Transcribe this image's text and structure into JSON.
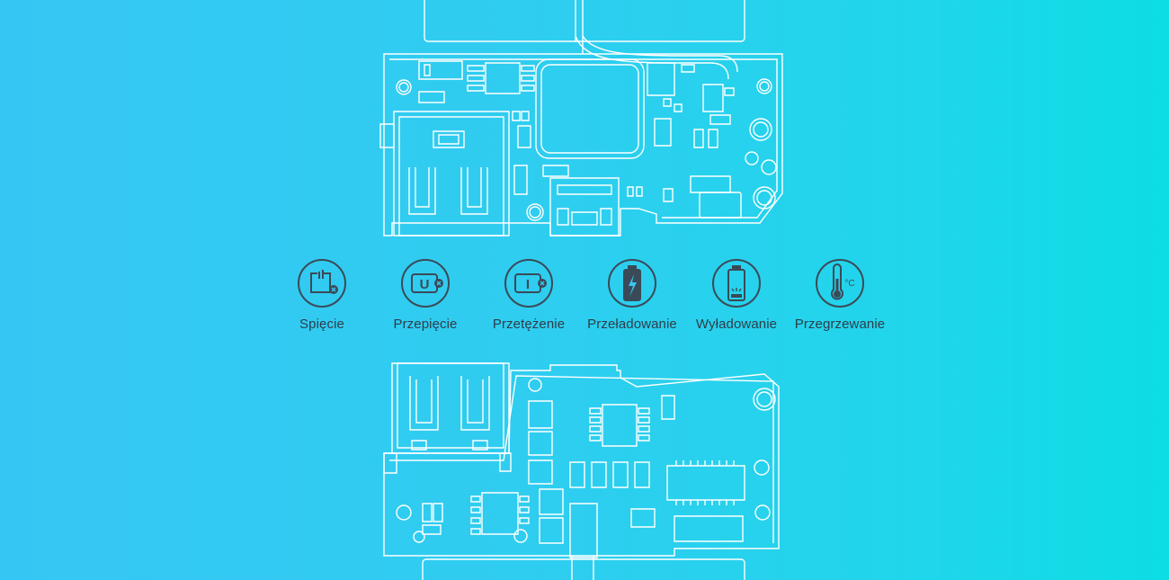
{
  "features": [
    {
      "label": "Spięcie",
      "icon": "short-circuit-icon"
    },
    {
      "label": "Przepięcie",
      "icon": "overvoltage-icon"
    },
    {
      "label": "Przetężenie",
      "icon": "overcurrent-icon"
    },
    {
      "label": "Przeładowanie",
      "icon": "overcharge-battery-icon"
    },
    {
      "label": "Wyładowanie",
      "icon": "discharge-battery-icon"
    },
    {
      "label": "Przegrzewanie",
      "icon": "thermometer-icon"
    }
  ],
  "colors": {
    "background_left": "#35c7f3",
    "background_right": "#0cdde4",
    "line_art": "#ffffff",
    "icon_stroke": "#3b4a57",
    "label_text": "#2f3d49"
  },
  "icon_glyphs": {
    "overvoltage": "U",
    "overcurrent": "I",
    "temperature_unit": "°C"
  }
}
